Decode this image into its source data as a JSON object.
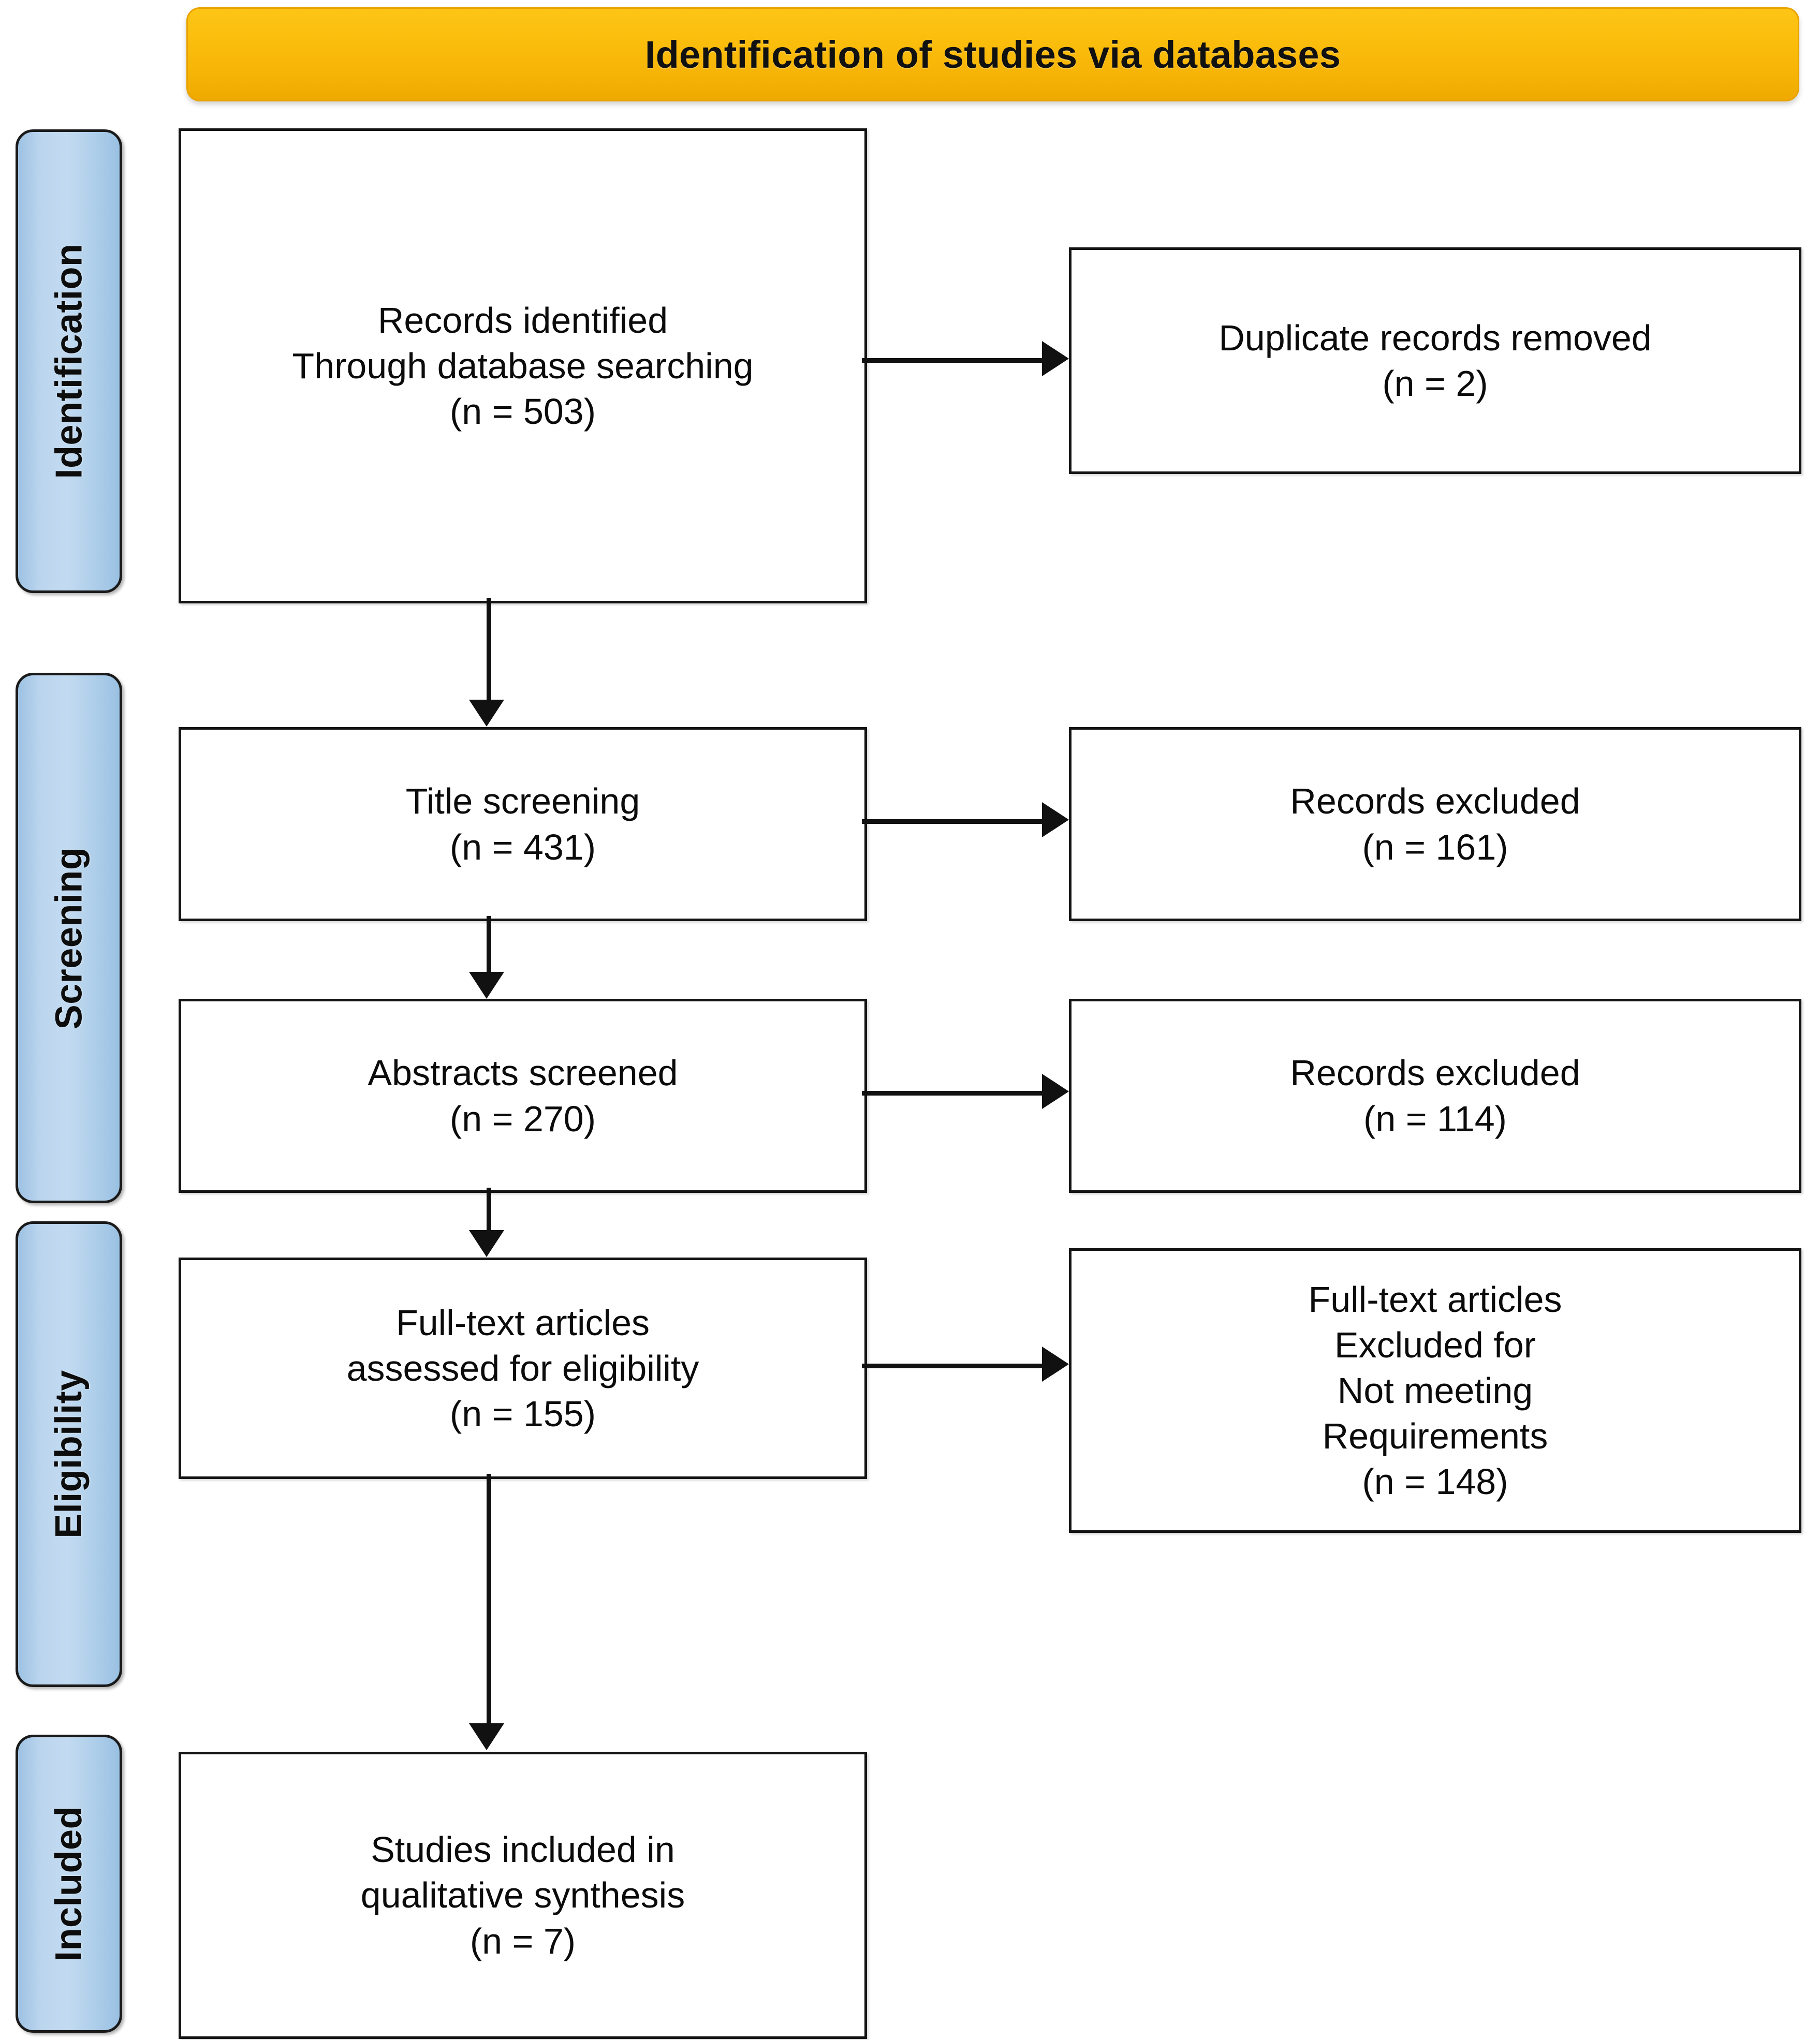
{
  "banner": {
    "title": "Identification of studies via databases",
    "color": "#FBBD0C"
  },
  "sidebar": {
    "color": "#AECBE8",
    "items": [
      {
        "label": "Identification"
      },
      {
        "label": "Screening"
      },
      {
        "label": "Eligibility"
      },
      {
        "label": "Included"
      }
    ]
  },
  "flow": {
    "identified": {
      "text": "Records identified\nThrough database searching\n(n = 503)",
      "n": 503
    },
    "duplicates_removed": {
      "text": "Duplicate records removed\n(n = 2)",
      "n": 2
    },
    "title_screening": {
      "text": "Title screening\n(n = 431)",
      "n": 431
    },
    "excluded_title": {
      "text": "Records excluded\n(n = 161)",
      "n": 161
    },
    "abstracts_screened": {
      "text": "Abstracts screened\n(n = 270)",
      "n": 270
    },
    "excluded_abstract": {
      "text": "Records excluded\n(n = 114)",
      "n": 114
    },
    "fulltext_assessed": {
      "text": "Full-text articles\nassessed for eligibility\n(n = 155)",
      "n": 155
    },
    "excluded_fulltext": {
      "text": "Full-text articles\nExcluded for\nNot meeting\nRequirements\n(n = 148)",
      "n": 148
    },
    "studies_included": {
      "text": "Studies included in\nqualitative synthesis\n(n = 7)",
      "n": 7
    }
  },
  "chart_data": {
    "type": "diagram",
    "title": "Identification of studies via databases",
    "stages": [
      "Identification",
      "Screening",
      "Eligibility",
      "Included"
    ],
    "nodes": [
      {
        "id": "identified",
        "stage": "Identification",
        "label": "Records identified Through database searching",
        "n": 503,
        "column": "left"
      },
      {
        "id": "duplicates_removed",
        "stage": "Identification",
        "label": "Duplicate records removed",
        "n": 2,
        "column": "right"
      },
      {
        "id": "title_screening",
        "stage": "Screening",
        "label": "Title screening",
        "n": 431,
        "column": "left"
      },
      {
        "id": "excluded_title",
        "stage": "Screening",
        "label": "Records excluded",
        "n": 161,
        "column": "right"
      },
      {
        "id": "abstracts_screened",
        "stage": "Screening",
        "label": "Abstracts screened",
        "n": 270,
        "column": "left"
      },
      {
        "id": "excluded_abstract",
        "stage": "Screening",
        "label": "Records excluded",
        "n": 114,
        "column": "right"
      },
      {
        "id": "fulltext_assessed",
        "stage": "Eligibility",
        "label": "Full-text articles assessed for eligibility",
        "n": 155,
        "column": "left"
      },
      {
        "id": "excluded_fulltext",
        "stage": "Eligibility",
        "label": "Full-text articles Excluded for Not meeting Requirements",
        "n": 148,
        "column": "right"
      },
      {
        "id": "studies_included",
        "stage": "Included",
        "label": "Studies included in qualitative synthesis",
        "n": 7,
        "column": "left"
      }
    ],
    "edges": [
      {
        "from": "identified",
        "to": "duplicates_removed",
        "direction": "right"
      },
      {
        "from": "identified",
        "to": "title_screening",
        "direction": "down"
      },
      {
        "from": "title_screening",
        "to": "excluded_title",
        "direction": "right"
      },
      {
        "from": "title_screening",
        "to": "abstracts_screened",
        "direction": "down"
      },
      {
        "from": "abstracts_screened",
        "to": "excluded_abstract",
        "direction": "right"
      },
      {
        "from": "abstracts_screened",
        "to": "fulltext_assessed",
        "direction": "down"
      },
      {
        "from": "fulltext_assessed",
        "to": "excluded_fulltext",
        "direction": "right"
      },
      {
        "from": "fulltext_assessed",
        "to": "studies_included",
        "direction": "down"
      }
    ]
  }
}
